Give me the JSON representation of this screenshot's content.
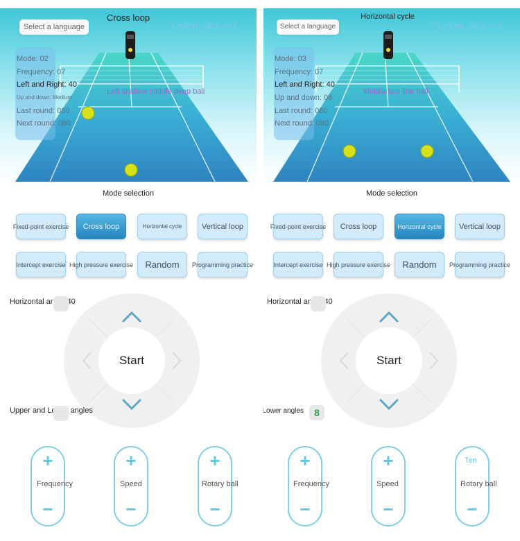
{
  "panels": [
    {
      "language_button": "Select a language",
      "title": "Cross loop",
      "link_status": "Linked, cljck exit",
      "info": {
        "mode": "Mode: 02",
        "frequency": "Frequency: 07",
        "left_right": "Left and Right: 40",
        "up_down": "Up and down: Medium",
        "last_round": "Last round: 080",
        "next_round": "Next round: 080"
      },
      "court_caption": "Left shallow middle deep ball",
      "mode_selection_title": "Mode selection",
      "modes": [
        {
          "label": "Fixed-point exercise",
          "active": false
        },
        {
          "label": "Cross loop",
          "active": true
        },
        {
          "label": "Horizontal cycle",
          "active": false
        },
        {
          "label": "Vertical loop",
          "active": false
        },
        {
          "label": "Intercept exercise",
          "active": false
        },
        {
          "label": "High pressure exercise",
          "active": false
        },
        {
          "label": "Random",
          "active": false
        },
        {
          "label": "Programming practice",
          "active": false
        }
      ],
      "horizontal_angle_label": "Horizontal angle 40",
      "horizontal_angle_badge": "",
      "vertical_angle_label": "Upper and Lower angles",
      "vertical_angle_badge": "",
      "start_label": "Start",
      "controls": [
        {
          "label": "Frequency",
          "value": ""
        },
        {
          "label": "Speed",
          "value": ""
        },
        {
          "label": "Rotary ball",
          "value": ""
        }
      ]
    },
    {
      "language_button": "Select a language",
      "title": "Horizontal cycle",
      "link_status": "* Linked, click exit",
      "info": {
        "mode": "Mode: 03",
        "frequency": "Frequency: 07",
        "left_right": "Left and Right: 40",
        "up_down": "Up and down: 08",
        "last_round": "Last round: 080",
        "next_round": "Next round: 080"
      },
      "court_caption": "Middle two-line ball",
      "mode_selection_title": "Mode selection",
      "modes": [
        {
          "label": "Fixed-point exercise",
          "active": false
        },
        {
          "label": "Cross loop",
          "active": false
        },
        {
          "label": "Horizontal cycle",
          "active": true
        },
        {
          "label": "Vertical loop",
          "active": false
        },
        {
          "label": "Intercept exercise",
          "active": false
        },
        {
          "label": "High pressure exercise",
          "active": false
        },
        {
          "label": "Random",
          "active": false
        },
        {
          "label": "Programming practice",
          "active": false
        }
      ],
      "horizontal_angle_label": "Horizontal angle 40",
      "horizontal_angle_badge": "",
      "vertical_angle_label": "Upper and Lower angles",
      "vertical_angle_badge": "8",
      "start_label": "Start",
      "controls": [
        {
          "label": "Frequency",
          "value": ""
        },
        {
          "label": "Speed",
          "value": ""
        },
        {
          "label": "Rotary ball",
          "value": "Ten"
        }
      ]
    }
  ],
  "colors": {
    "accent": "#2484c0",
    "court": "#2f9fc8",
    "ball": "#d7e21a",
    "control_border": "#7fd0e4",
    "caption": "#a05fd0"
  },
  "icons": {
    "up": "chevron-up-icon",
    "down": "chevron-down-icon",
    "left": "chevron-left-icon",
    "right": "chevron-right-icon",
    "plus": "plus-icon",
    "minus": "minus-icon"
  }
}
